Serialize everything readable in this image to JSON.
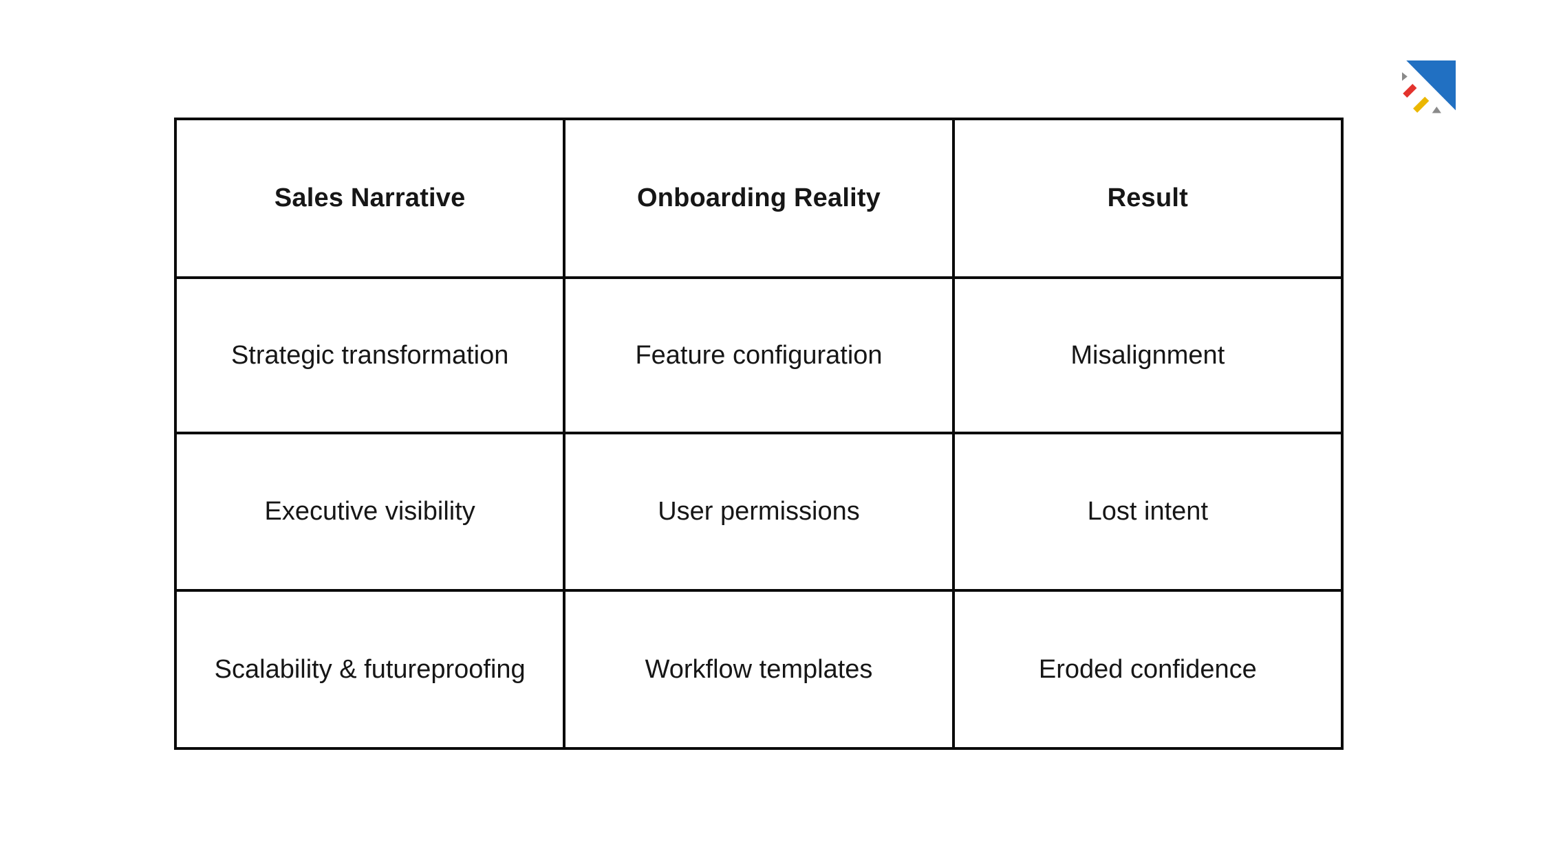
{
  "page": {
    "background": "#ffffff"
  },
  "table": {
    "columns": [
      "Sales Narrative",
      "Onboarding Reality",
      "Result"
    ],
    "rows": [
      [
        "Strategic transformation",
        "Feature configuration",
        "Misalignment"
      ],
      [
        "Executive visibility",
        "User permissions",
        "Lost intent"
      ],
      [
        "Scalability & futureproofing",
        "Workflow templates",
        "Eroded confidence"
      ]
    ],
    "border_color": "#0a0a0a",
    "text_color": "#161616"
  },
  "logo": {
    "name": "brand-logo",
    "colors": {
      "blue": "#2170C2",
      "red": "#E3332D",
      "yellow": "#EBB700",
      "gray": "#8A8A8A"
    }
  }
}
